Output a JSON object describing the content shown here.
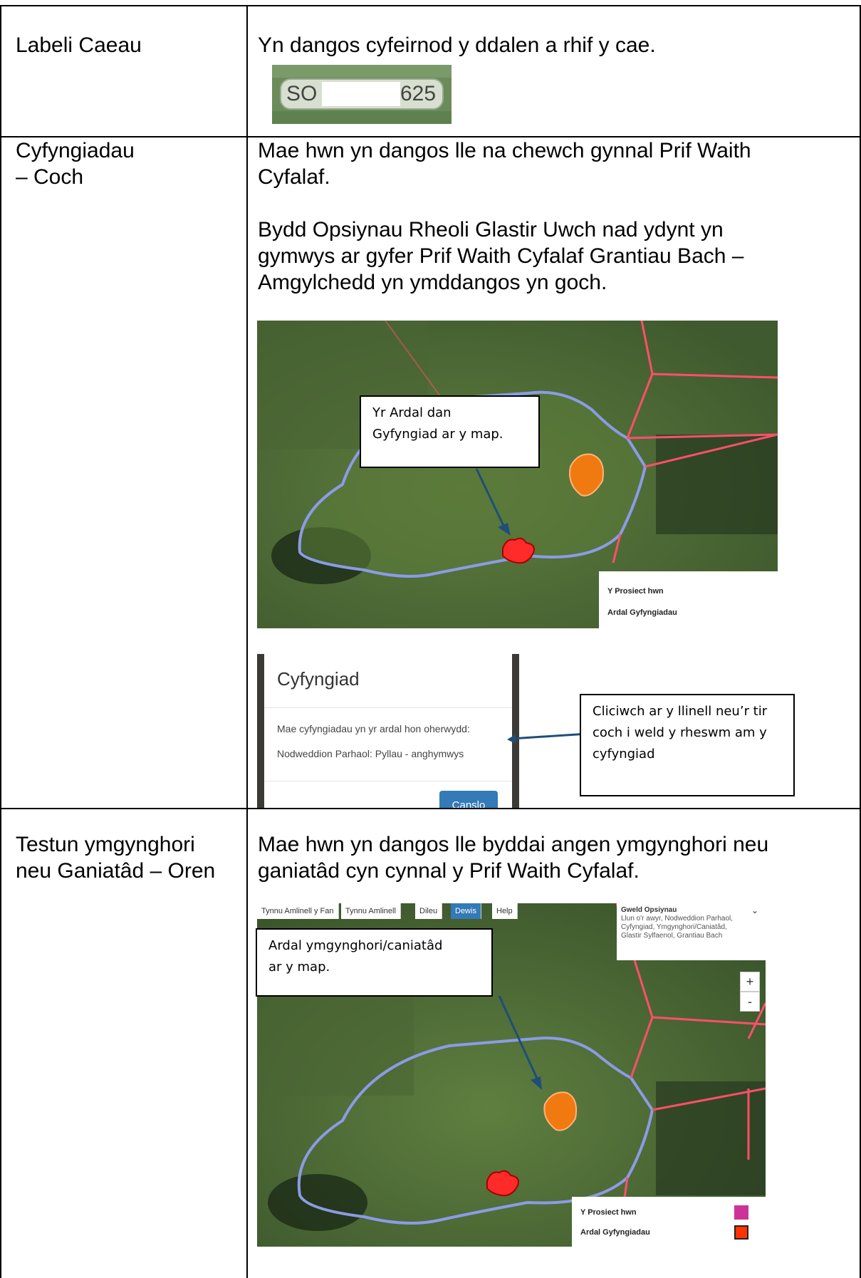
{
  "rows": [
    {
      "label": "Labeli Caeau",
      "description": "Yn dangos cyfeirnod y ddalen a rhif y cae.",
      "field_label": {
        "sheet": "SO",
        "number": "625"
      }
    },
    {
      "label_line1": "Cyfyngiadau",
      "label_line2": "– Coch",
      "description_line1": "Mae hwn yn dangos lle na chewch gynnal Prif Waith",
      "description_line2": "Cyfalaf.",
      "description2_line1": "Bydd Opsiynau Rheoli Glastir Uwch nad ydynt yn",
      "description2_line2": "gymwys ar gyfer Prif Waith Cyfalaf Grantiau Bach –",
      "description2_line3": "Amgylchedd yn ymddangos yn goch.",
      "map_callout_line1": "Yr Ardal dan",
      "map_callout_line2": "Gyfyngiad ar y map.",
      "legend": {
        "project": "Y Prosiect hwn",
        "restriction": "Ardal Gyfyngiadau"
      },
      "modal": {
        "title": "Cyfyngiad",
        "line1": "Mae cyfyngiadau yn yr ardal hon oherwydd:",
        "line2": "Nodweddion Parhaol: Pyllau - anghymwys",
        "button": "Canslo"
      },
      "modal_callout_line1": "Cliciwch ar y llinell neu’r tir",
      "modal_callout_line2": "coch i weld y rheswm am y",
      "modal_callout_line3": "cyfyngiad"
    },
    {
      "label_line1": "Testun ymgynghori",
      "label_line2": "neu Ganiatâd – Oren",
      "description_line1": "Mae hwn yn dangos lle byddai angen ymgynghori neu",
      "description_line2": "ganiatâd cyn cynnal y Prif Waith Cyfalaf.",
      "toolbar": [
        "Tynnu Amlinell y Fan",
        "Tynnu Amlinell",
        "Dileu",
        "Dewis",
        "Help"
      ],
      "gweld_title": "Gweld Opsiynau",
      "gweld_text": "Llun o'r awyr, Nodweddion Parhaol, Cyfyngiad, Ymgynghori/Caniatâd, Glastir Sylfaenol, Grantiau Bach",
      "zoom_in": "+",
      "zoom_out": "-",
      "map_callout_line1": "Ardal ymgynghori/caniatâd",
      "map_callout_line2": "ar y map.",
      "legend": {
        "project": "Y Prosiect hwn",
        "restriction": "Ardal Gyfyngiadau"
      }
    }
  ],
  "colors": {
    "project_boundary": "#8c9be6",
    "restriction_red": "#ff2a2a",
    "consent_orange": "#f07a10",
    "legend_project": "#cc3399",
    "legend_restriction": "#ff3300",
    "arrow": "#1f4e79"
  }
}
